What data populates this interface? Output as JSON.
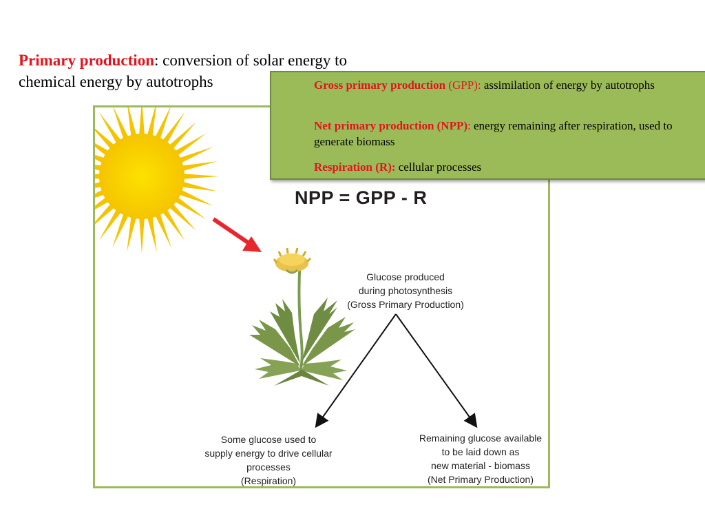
{
  "heading": {
    "term": "Primary production",
    "rest_line1": ": conversion of solar energy to",
    "rest_line2": "chemical energy by autotrophs"
  },
  "definitions": {
    "gpp": {
      "term": "Gross primary production",
      "abbr": " (GPP): ",
      "text": " assimilation of energy by autotrophs"
    },
    "npp": {
      "term": "Net primary production (NPP)",
      "abbr": ": ",
      "text": "energy remaining after respiration, used to generate biomass"
    },
    "resp": {
      "term": "Respiration (R):",
      "text": " cellular processes"
    }
  },
  "figure": {
    "equation": "NPP = GPP - R",
    "gpp_caption": [
      "Glucose produced",
      "during photosynthesis",
      "(Gross Primary Production)"
    ],
    "resp_caption": [
      "Some glucose used to",
      "supply energy to drive cellular",
      "processes",
      "(Respiration)"
    ],
    "npp_caption": [
      "Remaining glucose available",
      "to be laid down as",
      "new material - biomass",
      "(Net Primary Production)"
    ]
  },
  "colors": {
    "accent_red": "#e3131b",
    "box_green": "#9bbb59",
    "sun_yellow": "#f5c400",
    "arrow_red": "#e8262d"
  }
}
